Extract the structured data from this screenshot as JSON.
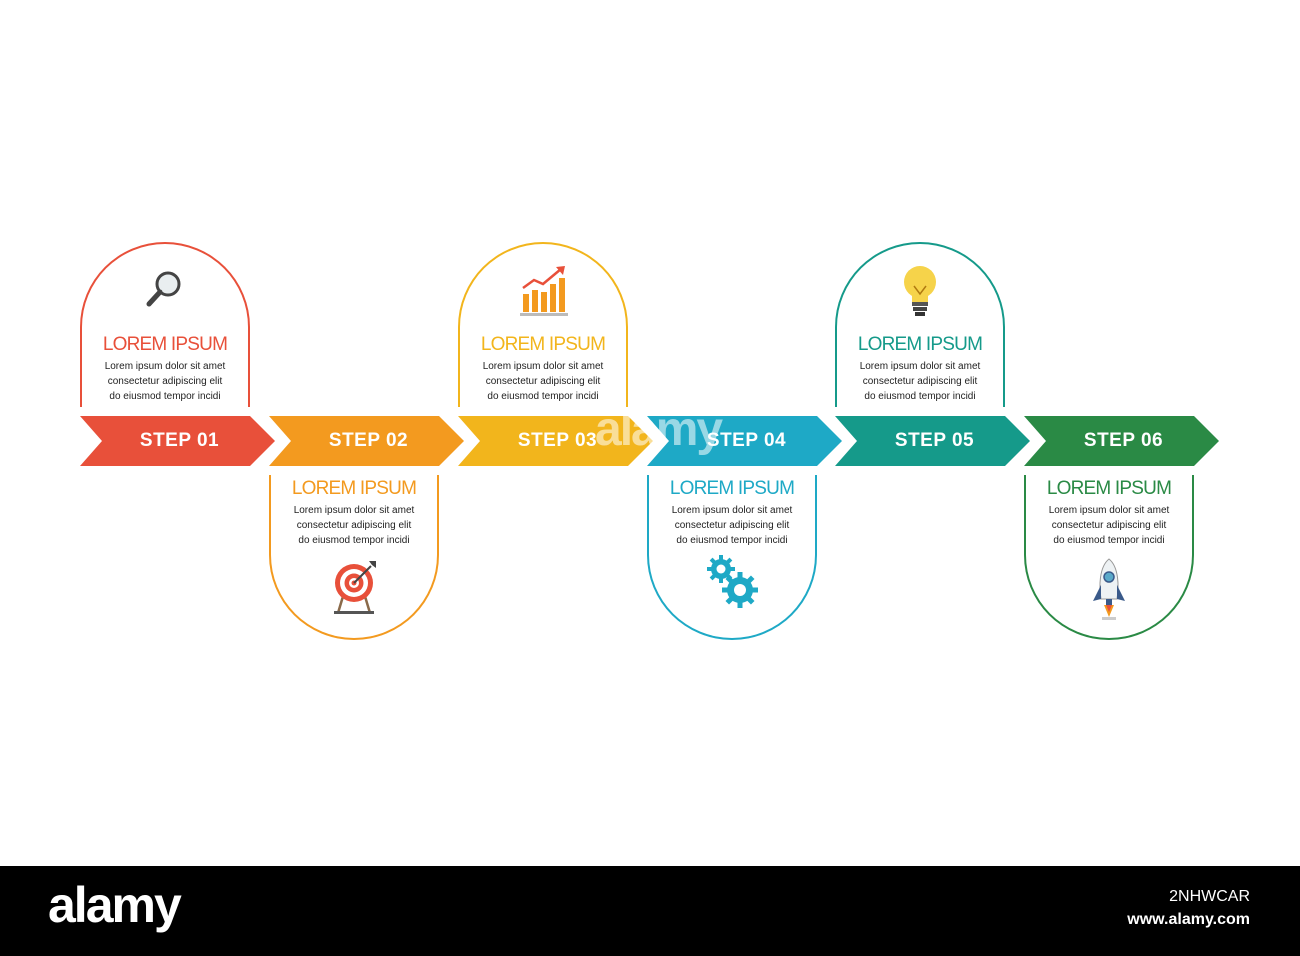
{
  "steps": [
    {
      "label": "STEP 01",
      "title": "LOREM IPSUM",
      "lines": [
        "Lorem ipsum dolor sit amet",
        "consectetur adipiscing elit",
        "do eiusmod tempor incidi"
      ],
      "color": "#e8503a",
      "icon": "magnifier-icon"
    },
    {
      "label": "STEP 02",
      "title": "LOREM IPSUM",
      "lines": [
        "Lorem ipsum dolor sit amet",
        "consectetur adipiscing elit",
        "do eiusmod tempor incidi"
      ],
      "color": "#f39a1f",
      "icon": "target-icon"
    },
    {
      "label": "STEP 03",
      "title": "LOREM IPSUM",
      "lines": [
        "Lorem ipsum dolor sit amet",
        "consectetur adipiscing elit",
        "do eiusmod tempor incidi"
      ],
      "color": "#f2b51c",
      "icon": "bar-chart-icon"
    },
    {
      "label": "STEP 04",
      "title": "LOREM IPSUM",
      "lines": [
        "Lorem ipsum dolor sit amet",
        "consectetur adipiscing elit",
        "do eiusmod tempor incidi"
      ],
      "color": "#1ea9c6",
      "icon": "gears-icon"
    },
    {
      "label": "STEP 05",
      "title": "LOREM IPSUM",
      "lines": [
        "Lorem ipsum dolor sit amet",
        "consectetur adipiscing elit",
        "do eiusmod tempor incidi"
      ],
      "color": "#159a8a",
      "icon": "lightbulb-icon"
    },
    {
      "label": "STEP 06",
      "title": "LOREM IPSUM",
      "lines": [
        "Lorem ipsum dolor sit amet",
        "consectetur adipiscing elit",
        "do eiusmod tempor incidi"
      ],
      "color": "#2a8a45",
      "icon": "rocket-icon"
    }
  ],
  "watermark": "alamy",
  "footer": {
    "logo": "alamy",
    "image_code": "2NHWCAR",
    "url": "www.alamy.com"
  }
}
